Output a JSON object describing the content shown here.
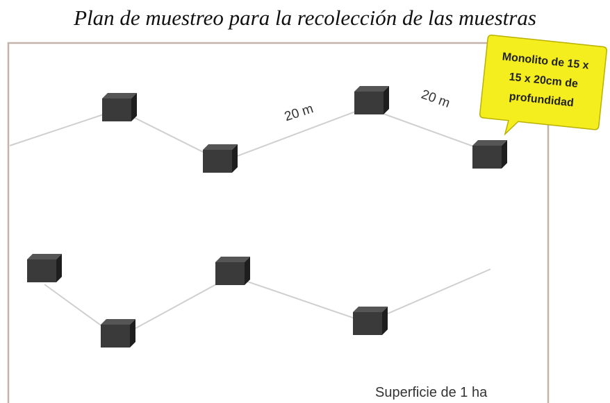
{
  "title": "Plan de muestreo para la recolección de las muestras",
  "distance_label": "20 m",
  "callout_lines": [
    "Monolito de 15 x",
    "15 x 20cm de",
    "profundidad"
  ],
  "area_label": "Superficie de 1 ha",
  "colors": {
    "plot_border": "#c3b3aa",
    "path_line": "#c8c8c8",
    "monolith_front": "#3a3a3a",
    "monolith_top": "#555555",
    "monolith_side": "#1e1e1e",
    "callout_fill": "#f4ee1e",
    "callout_stroke": "#b9b000"
  }
}
